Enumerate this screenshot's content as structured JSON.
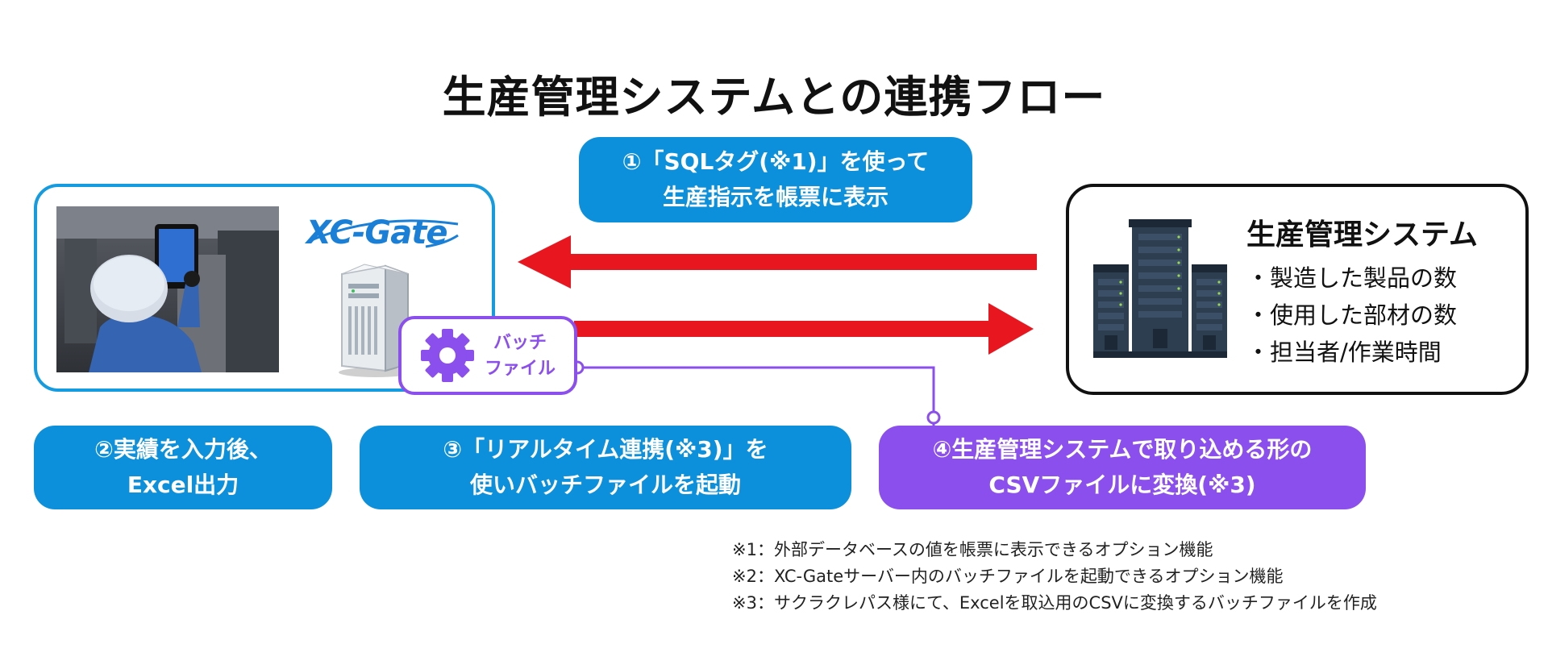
{
  "title": "生産管理システムとの連携フロー",
  "step1": {
    "line1": "①「SQLタグ(※1)」を使って",
    "line2": "生産指示を帳票に表示"
  },
  "left_panel": {
    "logo_text": "XC-Gate"
  },
  "batch_file": {
    "line1": "バッチ",
    "line2": "ファイル"
  },
  "system": {
    "title": "生産管理システム",
    "items": [
      "・製造した製品の数",
      "・使用した部材の数",
      "・担当者/作業時間"
    ]
  },
  "step2": {
    "line1": "②実績を入力後、",
    "line2": "Excel出力"
  },
  "step3": {
    "line1": "③「リアルタイム連携(※3)」を",
    "line2": "使いバッチファイルを起動"
  },
  "step4": {
    "line1": "④生産管理システムで取り込める形の",
    "line2": "CSVファイルに変換(※3)"
  },
  "notes": [
    "※1：外部データベースの値を帳票に表示できるオプション機能",
    "※2：XC-Gateサーバー内のバッチファイルを起動できるオプション機能",
    "※3：サクラクレパス様にて、Excelを取込用のCSVに変換するバッチファイルを作成"
  ],
  "colors": {
    "blue": "#0d90dc",
    "purple": "#8b4fee",
    "arrow_red": "#e8161f",
    "panel_border_blue": "#159be0",
    "server_dark": "#2d3e50"
  }
}
